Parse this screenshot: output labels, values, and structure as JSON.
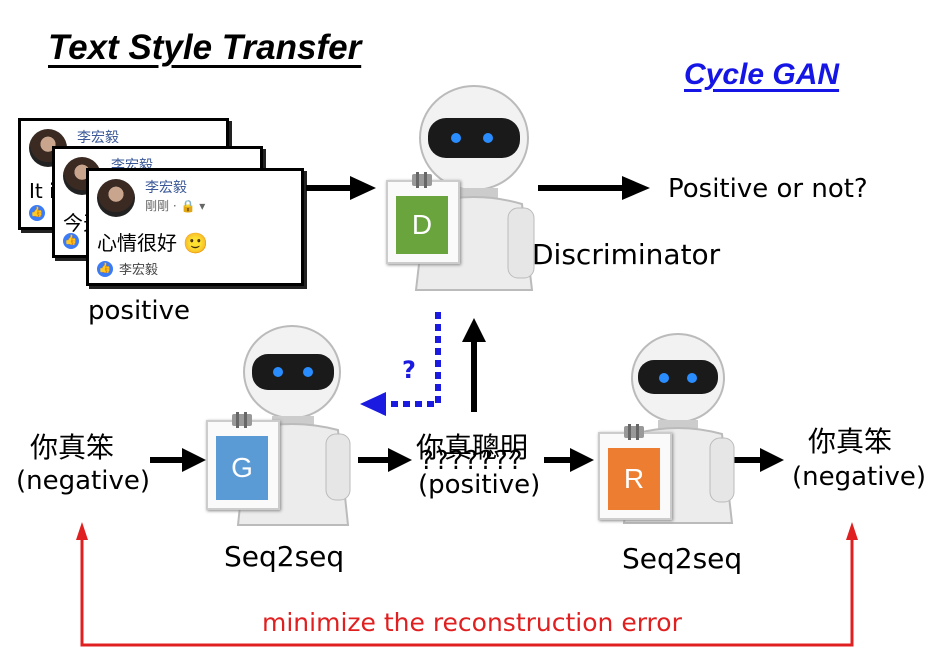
{
  "title": "Text Style Transfer",
  "subtitle": "Cycle GAN",
  "cards": [
    {
      "name": "李宏毅",
      "meta": "",
      "text": "It i",
      "liker": ""
    },
    {
      "name": "李宏毅",
      "meta": "",
      "text": "今天",
      "liker": ""
    },
    {
      "name": "李宏毅",
      "meta": "剛剛 · 🔒 ▾",
      "text": "心情很好 🙂",
      "liker": "李宏毅"
    }
  ],
  "cards_label": "positive",
  "discriminator": {
    "letter": "D",
    "label": "Discriminator",
    "color": "#6aa43c"
  },
  "output_text": "Positive or not?",
  "generator": {
    "letter": "G",
    "label": "Seq2seq",
    "color": "#5b9bd5"
  },
  "reconstructor": {
    "letter": "R",
    "label": "Seq2seq",
    "color": "#ed7d31"
  },
  "input_text": "你真笨",
  "input_label": "(negative)",
  "middle_text": "你真聰明",
  "middle_overlay": "???????",
  "middle_label": "(positive)",
  "output2_text": "你真笨",
  "output2_label": "(negative)",
  "question_mark": "?",
  "loss_text": "minimize the reconstruction error",
  "colors": {
    "title_blue": "#1515e6",
    "loss_red": "#e02020",
    "dotted_blue": "#1a1ae0"
  }
}
